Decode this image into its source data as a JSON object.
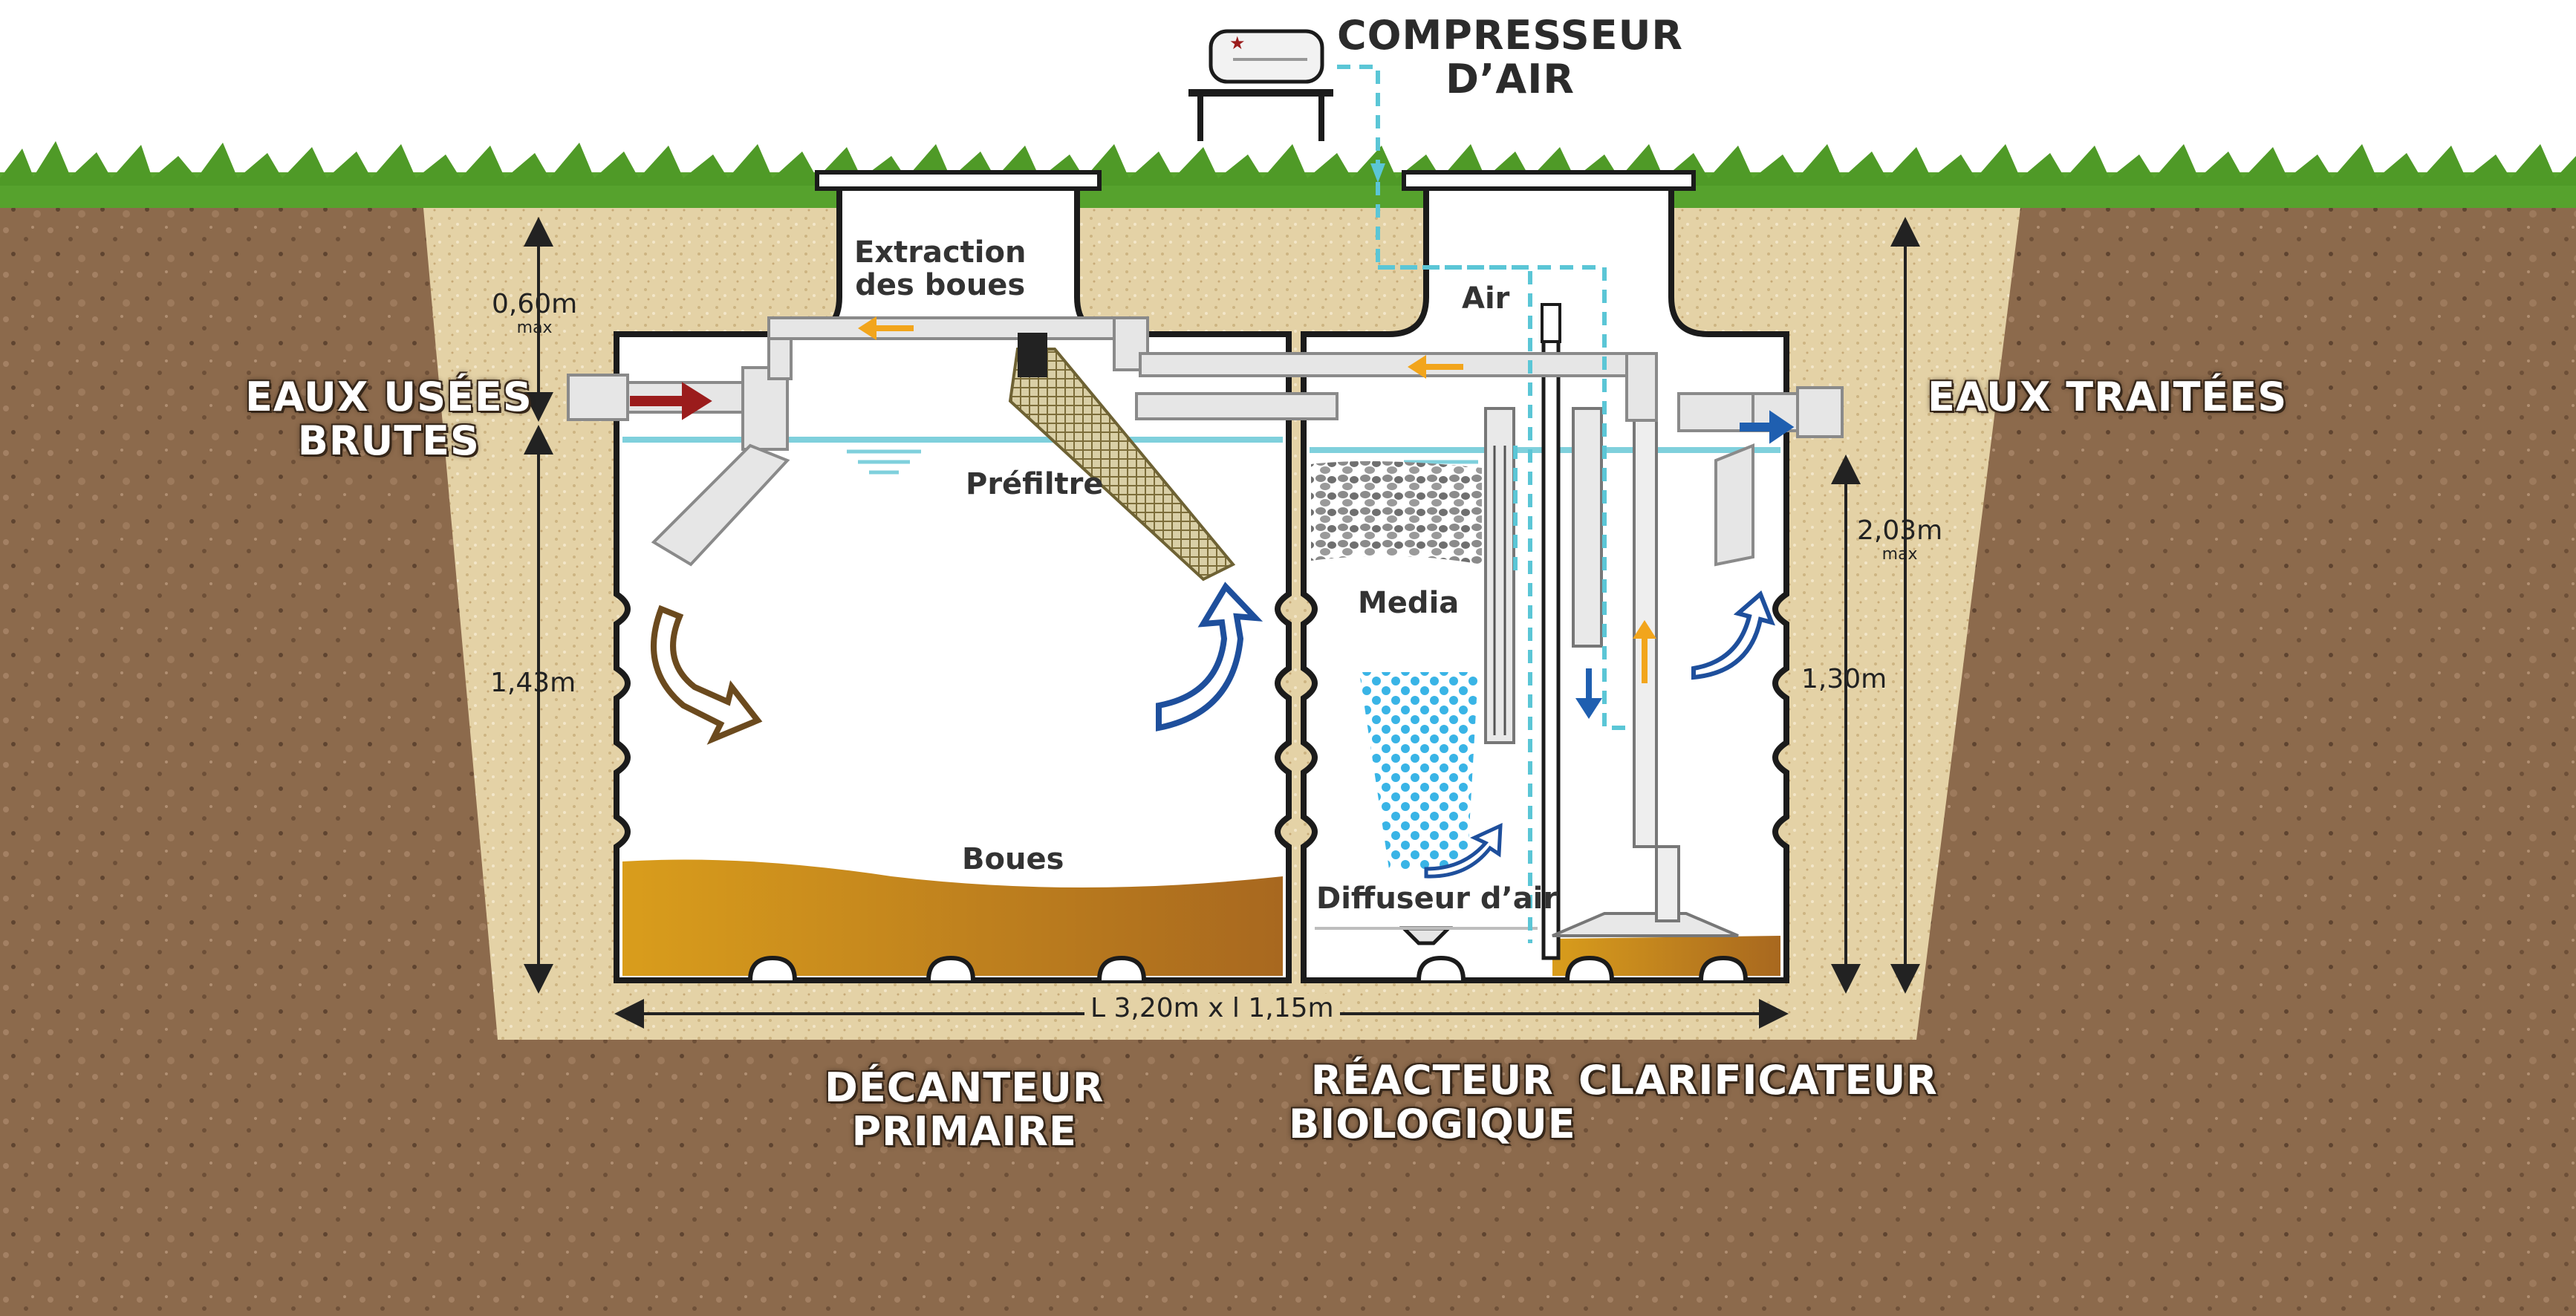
{
  "labels": {
    "compressor": [
      "COMPRESSEUR",
      "D’AIR"
    ],
    "raw_water": [
      "EAUX USÉES",
      "BRUTES"
    ],
    "treated_water": "EAUX TRAITÉES",
    "primary_settler": [
      "DÉCANTEUR",
      "PRIMAIRE"
    ],
    "bio_reactor": [
      "RÉACTEUR",
      "BIOLOGIQUE"
    ],
    "clarifier": "CLARIFICATEUR",
    "sludge_extraction": [
      "Extraction",
      "des boues"
    ],
    "prefilter": "Préfiltre",
    "sludge": "Boues",
    "air": "Air",
    "media": "Media",
    "air_diffuser": "Diffuseur d’air"
  },
  "dimensions": {
    "top_depth": "0,60m",
    "top_depth_note": "max",
    "primary_height": "1,43m",
    "total_height": "2,03m",
    "total_height_note": "max",
    "clarifier_height": "1,30m",
    "footprint": "L 3,20m x l 1,15m"
  },
  "colors": {
    "soil": "#8c6a4c",
    "sand": "#e4d2a6",
    "grass": "#56a22d",
    "water_line": "#7fd0dc",
    "sludge": "#c98a1d",
    "inlet_arrow": "#9b1c1c",
    "outlet_arrow": "#1f5fb0",
    "air_line": "#5bc6d6",
    "flow_arrow_blue": "#1e4f9c",
    "flow_arrow_brown": "#6b4a1e",
    "pipe": "#dcdcdc"
  }
}
